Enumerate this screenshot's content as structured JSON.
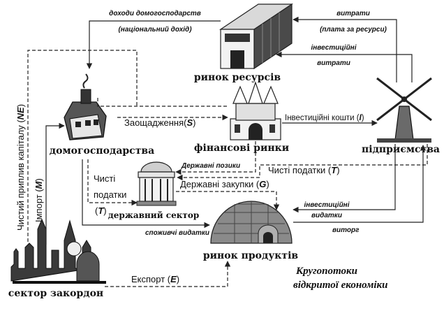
{
  "sectors": {
    "resource_market": "ринок ресурсів",
    "households": "домогосподарства",
    "financial_markets": "фінансові ринки",
    "firms": "підприємства",
    "government": "державний сектор",
    "product_market": "ринок продуктів",
    "foreign_sector": "сектор закордон"
  },
  "flows": {
    "household_income_line1": "доходи домогосподарств",
    "household_income_line2": "(національний дохід)",
    "costs_line1": "витрати",
    "costs_line2": "(плата за ресурси)",
    "investment_costs_line1": "інвестиційні",
    "investment_costs_line2": "витрати",
    "savings_text": "Заощадження(",
    "savings_symbol": "S",
    "savings_close": ")",
    "investment_funds_text": "Інвестиційні кошти (",
    "investment_funds_symbol": "I",
    "investment_funds_close": ")",
    "gov_loans": "Державні позики",
    "net_taxes_right_text": "Чисті податки (",
    "net_taxes_right_symbol": "T",
    "net_taxes_right_close": ")",
    "net_taxes_left_line1": "Чисті",
    "net_taxes_left_line2": "податки",
    "net_taxes_left_symbol_open": "(",
    "net_taxes_left_symbol": "T",
    "net_taxes_left_symbol_close": ")",
    "gov_purchases_text": "Державні закупки (",
    "gov_purchases_symbol": "G",
    "gov_purchases_close": ")",
    "investment_costs2_line1": "інвестиційні",
    "investment_costs2_line2": "видатки",
    "revenue": "виторг",
    "consumer_spending": "споживчі видатки",
    "export_text": "Експорт (",
    "export_symbol": "E",
    "export_close": ")",
    "import_text": "Імпорт (",
    "import_symbol": "M",
    "import_close": ")",
    "net_capital_inflow_text": "Чистий приплив капіталу (",
    "net_capital_inflow_symbol": "NE",
    "net_capital_inflow_close": ")"
  },
  "caption": {
    "line1": "Кругопотоки",
    "line2": "відкритої економіки"
  }
}
